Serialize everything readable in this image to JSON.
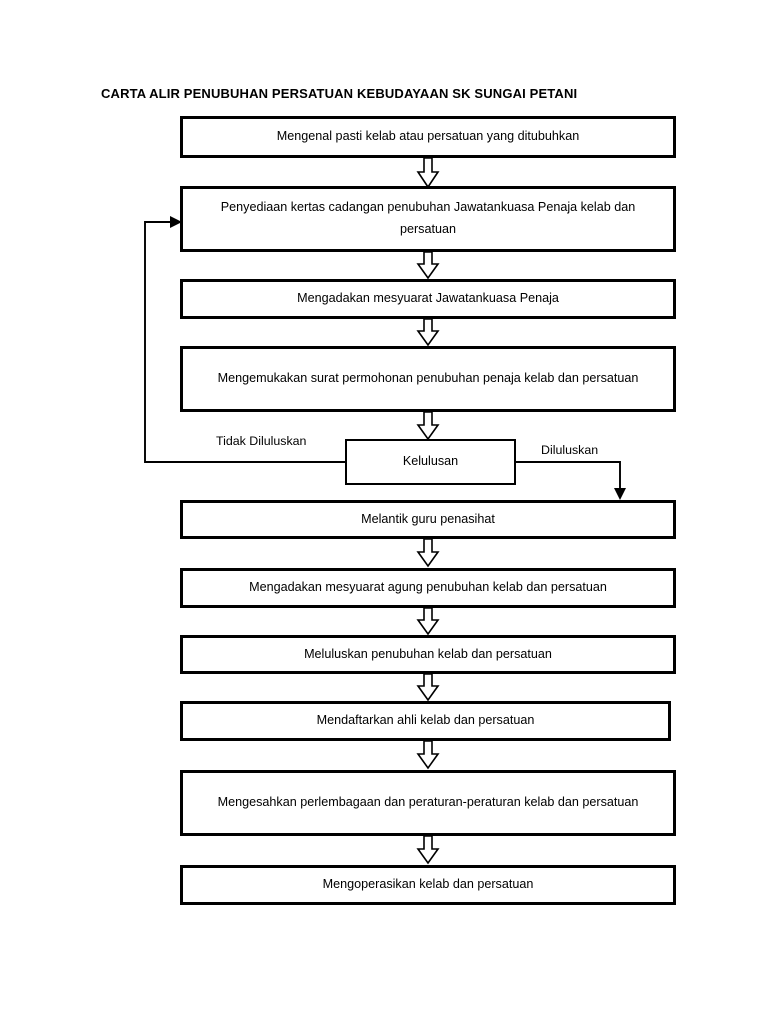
{
  "document": {
    "title": "CARTA ALIR PENUBUHAN PERSATUAN KEBUDAYAAN SK SUNGAI PETANI",
    "language": "Malay",
    "background_color": "#ffffff",
    "line_color": "#000000"
  },
  "flowchart": {
    "type": "process-flow",
    "orientation": "top-to-bottom",
    "nodes": [
      {
        "id": "n1",
        "shape": "rectangle",
        "label": "Mengenal pasti kelab atau persatuan yang ditubuhkan"
      },
      {
        "id": "n2",
        "shape": "rectangle",
        "label": "Penyediaan kertas cadangan penubuhan Jawatankuasa Penaja kelab dan persatuan"
      },
      {
        "id": "n3",
        "shape": "rectangle",
        "label": "Mengadakan mesyuarat Jawatankuasa Penaja"
      },
      {
        "id": "n4",
        "shape": "rectangle",
        "label": "Mengemukakan surat permohonan penubuhan penaja kelab dan persatuan"
      },
      {
        "id": "n5",
        "shape": "rectangle-decision",
        "label": "Kelulusan"
      },
      {
        "id": "n6",
        "shape": "rectangle",
        "label": "Melantik guru penasihat"
      },
      {
        "id": "n7",
        "shape": "rectangle",
        "label": "Mengadakan mesyuarat agung penubuhan kelab dan persatuan"
      },
      {
        "id": "n8",
        "shape": "rectangle",
        "label": "Meluluskan penubuhan kelab dan persatuan"
      },
      {
        "id": "n9",
        "shape": "rectangle",
        "label": "Mendaftarkan ahli kelab dan persatuan"
      },
      {
        "id": "n10",
        "shape": "rectangle",
        "label": "Mengesahkan perlembagaan dan peraturan-peraturan kelab dan persatuan"
      },
      {
        "id": "n11",
        "shape": "rectangle",
        "label": "Mengoperasikan kelab dan persatuan"
      }
    ],
    "branch_labels": {
      "reject": "Tidak Diluluskan",
      "approve": "Diluluskan"
    },
    "edges": [
      {
        "from": "n1",
        "to": "n2",
        "style": "block-arrow-down",
        "label": ""
      },
      {
        "from": "n2",
        "to": "n3",
        "style": "block-arrow-down",
        "label": ""
      },
      {
        "from": "n3",
        "to": "n4",
        "style": "block-arrow-down",
        "label": ""
      },
      {
        "from": "n4",
        "to": "n5",
        "style": "block-arrow-down",
        "label": ""
      },
      {
        "from": "n5",
        "to": "n2",
        "style": "polyline-left-up",
        "label": "Tidak Diluluskan"
      },
      {
        "from": "n5",
        "to": "n6",
        "style": "polyline-right-down",
        "label": "Diluluskan"
      },
      {
        "from": "n6",
        "to": "n7",
        "style": "block-arrow-down",
        "label": ""
      },
      {
        "from": "n7",
        "to": "n8",
        "style": "block-arrow-down",
        "label": ""
      },
      {
        "from": "n8",
        "to": "n9",
        "style": "block-arrow-down",
        "label": ""
      },
      {
        "from": "n9",
        "to": "n10",
        "style": "block-arrow-down",
        "label": ""
      },
      {
        "from": "n10",
        "to": "n11",
        "style": "block-arrow-down",
        "label": ""
      }
    ]
  }
}
